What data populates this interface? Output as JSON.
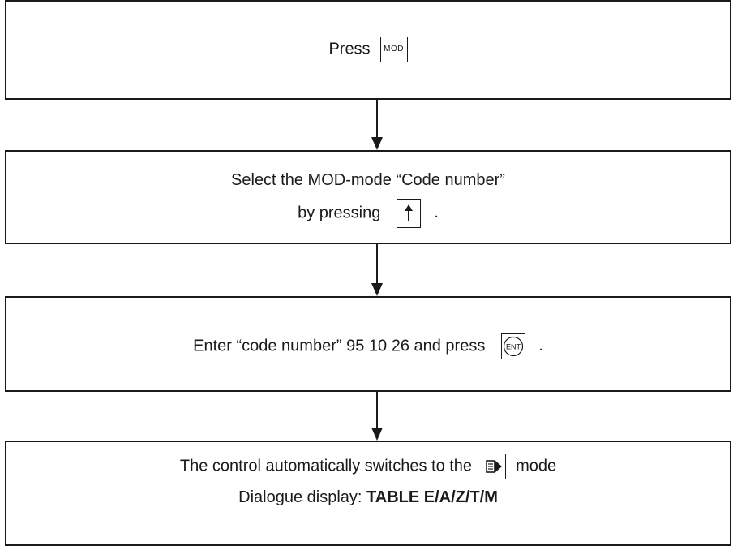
{
  "steps": [
    {
      "text_before": "Press",
      "key_label": "MOD"
    },
    {
      "line1": "Select the MOD-mode “Code number”",
      "line2": "by pressing",
      "key_icon": "up-arrow-icon",
      "punct": "."
    },
    {
      "text": "Enter “code number” 95 10 26 and press",
      "key_label": "ENT",
      "punct": "."
    },
    {
      "line1_before": "The control automatically switches to the",
      "key_icon": "program-run-icon",
      "line1_after": "mode",
      "line2_label": "Dialogue display:",
      "line2_value": "TABLE E/A/Z/T/M"
    }
  ]
}
